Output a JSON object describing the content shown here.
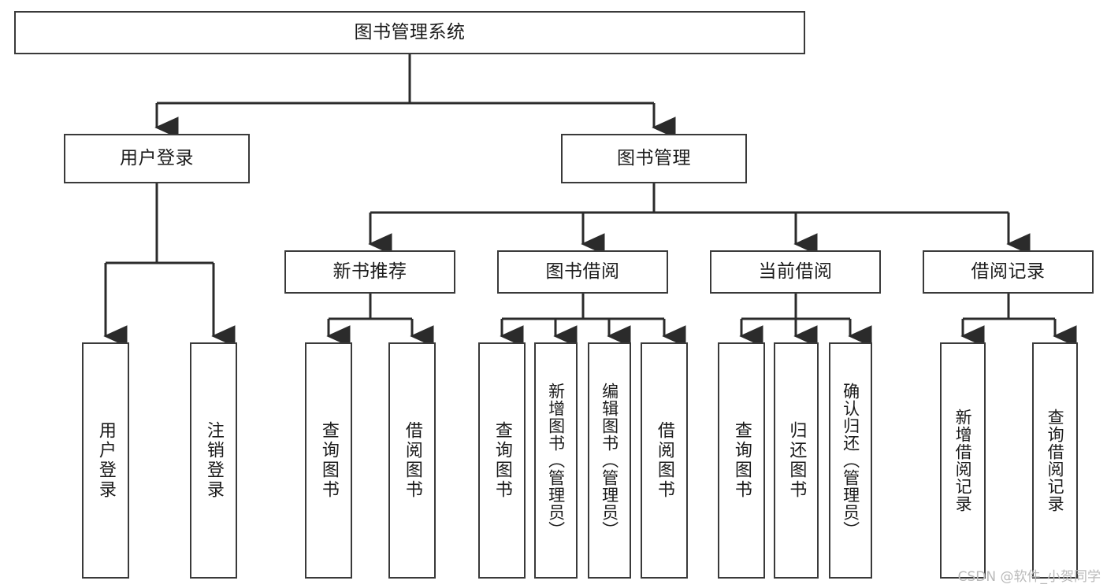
{
  "diagram": {
    "title": "图书管理系统",
    "type": "tree",
    "colors": {
      "node_border": "#3a3a3a",
      "node_fill": "#ffffff",
      "edge": "#2b2b2b",
      "text": "#1b1b1b",
      "watermark": "#b9b9b9"
    },
    "nodes": {
      "root": {
        "label": "图书管理系统"
      },
      "level2": [
        {
          "id": "user-login",
          "label": "用户登录"
        },
        {
          "id": "book-manage",
          "label": "图书管理"
        }
      ],
      "level3": [
        {
          "id": "new-book-recommend",
          "label": "新书推荐"
        },
        {
          "id": "book-borrow",
          "label": "图书借阅"
        },
        {
          "id": "current-borrow",
          "label": "当前借阅"
        },
        {
          "id": "borrow-record",
          "label": "借阅记录"
        }
      ],
      "leaves": [
        {
          "id": "leaf-user-login",
          "label": "用户登录",
          "parent": "user-login"
        },
        {
          "id": "leaf-logout-login",
          "label": "注销登录",
          "parent": "user-login"
        },
        {
          "id": "leaf-query-book-1",
          "label": "查询图书",
          "parent": "new-book-recommend"
        },
        {
          "id": "leaf-borrow-book-1",
          "label": "借阅图书",
          "parent": "new-book-recommend"
        },
        {
          "id": "leaf-query-book-2",
          "label": "查询图书",
          "parent": "book-borrow"
        },
        {
          "id": "leaf-add-book",
          "label": "新增图书（管理员）",
          "parent": "book-borrow"
        },
        {
          "id": "leaf-edit-book",
          "label": "编辑图书（管理员）",
          "parent": "book-borrow"
        },
        {
          "id": "leaf-borrow-book-2",
          "label": "借阅图书",
          "parent": "book-borrow"
        },
        {
          "id": "leaf-query-book-3",
          "label": "查询图书",
          "parent": "current-borrow"
        },
        {
          "id": "leaf-return-book",
          "label": "归还图书",
          "parent": "current-borrow"
        },
        {
          "id": "leaf-confirm-return",
          "label": "确认归还（管理员）",
          "parent": "current-borrow"
        },
        {
          "id": "leaf-add-record",
          "label": "新增借阅记录",
          "parent": "borrow-record"
        },
        {
          "id": "leaf-query-record",
          "label": "查询借阅记录",
          "parent": "borrow-record"
        }
      ]
    },
    "watermark": "CSDN @软件_小贺同学"
  }
}
